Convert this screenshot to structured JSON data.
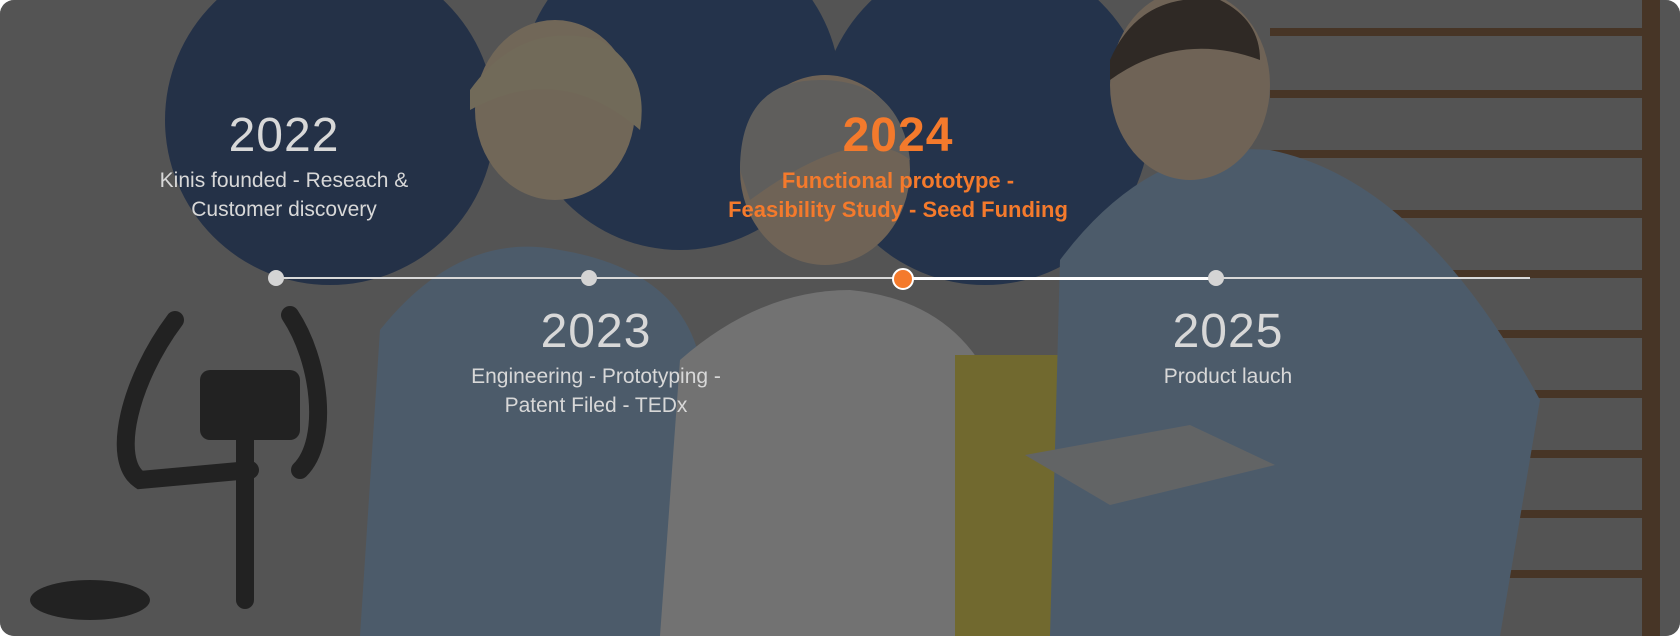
{
  "timeline": {
    "accent_color": "#f47a2c",
    "active_index": 2,
    "milestones": [
      {
        "year": "2022",
        "line1": "Kinis founded - Reseach &",
        "line2": "Customer discovery"
      },
      {
        "year": "2023",
        "line1": "Engineering - Prototyping -",
        "line2": "Patent Filed - TEDx"
      },
      {
        "year": "2024",
        "line1": "Functional prototype -",
        "line2": "Feasibility Study - Seed Funding"
      },
      {
        "year": "2025",
        "line1": "Product lauch",
        "line2": ""
      }
    ]
  }
}
